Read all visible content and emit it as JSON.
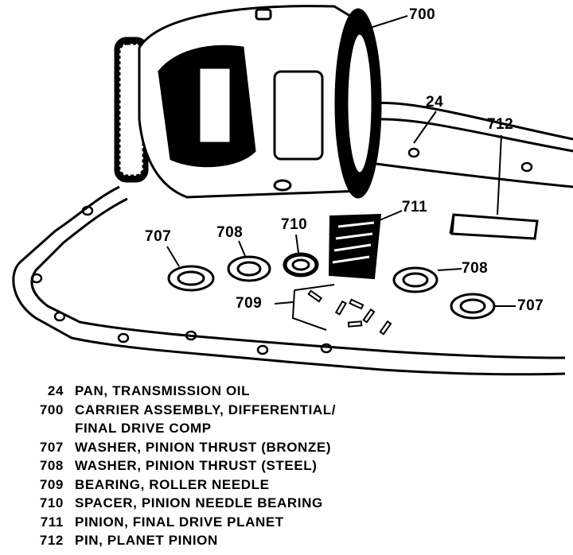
{
  "callouts": {
    "c700": "700",
    "c24": "24",
    "c712": "712",
    "c711": "711",
    "c710": "710",
    "c708a": "708",
    "c707a": "707",
    "c708b": "708",
    "c707b": "707",
    "c709": "709"
  },
  "legend": [
    {
      "num": "24",
      "text": "PAN, TRANSMISSION OIL"
    },
    {
      "num": "700",
      "text": "CARRIER ASSEMBLY, DIFFERENTIAL/"
    },
    {
      "num": "",
      "text": "FINAL DRIVE COMP"
    },
    {
      "num": "707",
      "text": "WASHER, PINION THRUST (BRONZE)"
    },
    {
      "num": "708",
      "text": "WASHER, PINION THRUST (STEEL)"
    },
    {
      "num": "709",
      "text": "BEARING, ROLLER NEEDLE"
    },
    {
      "num": "710",
      "text": "SPACER, PINION NEEDLE BEARING"
    },
    {
      "num": "711",
      "text": "PINION, FINAL DRIVE PLANET"
    },
    {
      "num": "712",
      "text": "PIN, PLANET PINION"
    }
  ],
  "colors": {
    "ink": "#000000",
    "paper": "#ffffff"
  }
}
